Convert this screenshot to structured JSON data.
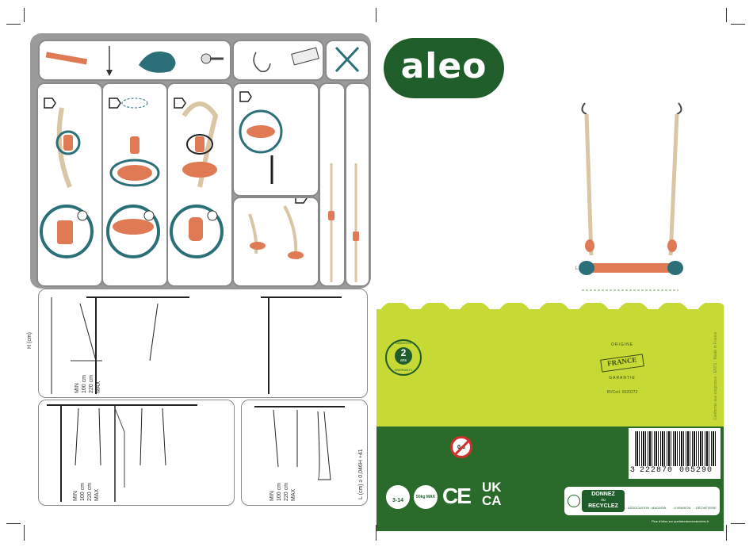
{
  "brand": {
    "logo_text": "aleo",
    "bg_color": "#1f5e2a",
    "accent_color": "#c6d935"
  },
  "colors": {
    "rope": "#d9c6a5",
    "seat": "#e07a55",
    "cap": "#2b6f78",
    "panel_border": "#8a8a8a"
  },
  "product": {
    "dimension_label": "L"
  },
  "install_diagrams": {
    "height_label": "H (cm)",
    "min_label": "MIN",
    "min_value": "100 cm",
    "max_label": "MAX",
    "max_value": "220 cm",
    "formula": "L (cm) ≥ 0,046H +41"
  },
  "badges": {
    "guarantee_top": "GARANTIE",
    "guarantee_years": "2",
    "guarantee_unit": "ans",
    "guarantee_bottom": "WARRANTY",
    "origin_top": "ORIGINE",
    "origin_main": "FRANCE",
    "origin_bottom": "GARANTIE",
    "cert_code": "BVCert. 6020272",
    "side_text": "Conforme aux exigences · EN71 · Made in France"
  },
  "compliance": {
    "age_warning": "0-3",
    "age_range": "3-14",
    "weight": "50kg MAX",
    "ce": "CE",
    "ukca_line1": "UK",
    "ukca_line2": "CA"
  },
  "barcode": {
    "digit_first": "3",
    "digits_group1": "222870",
    "digits_group2": "005290"
  },
  "recycle": {
    "title_line1": "DONNEZ",
    "title_line2": "ou",
    "title_line3": "RECYCLEZ",
    "items": [
      "ASSOCIATION",
      "MAGASIN",
      "LIVRAISON",
      "DÉCHÈTERIE"
    ],
    "url": "Plus d'infos sur quefairedemesdechets.fr"
  }
}
